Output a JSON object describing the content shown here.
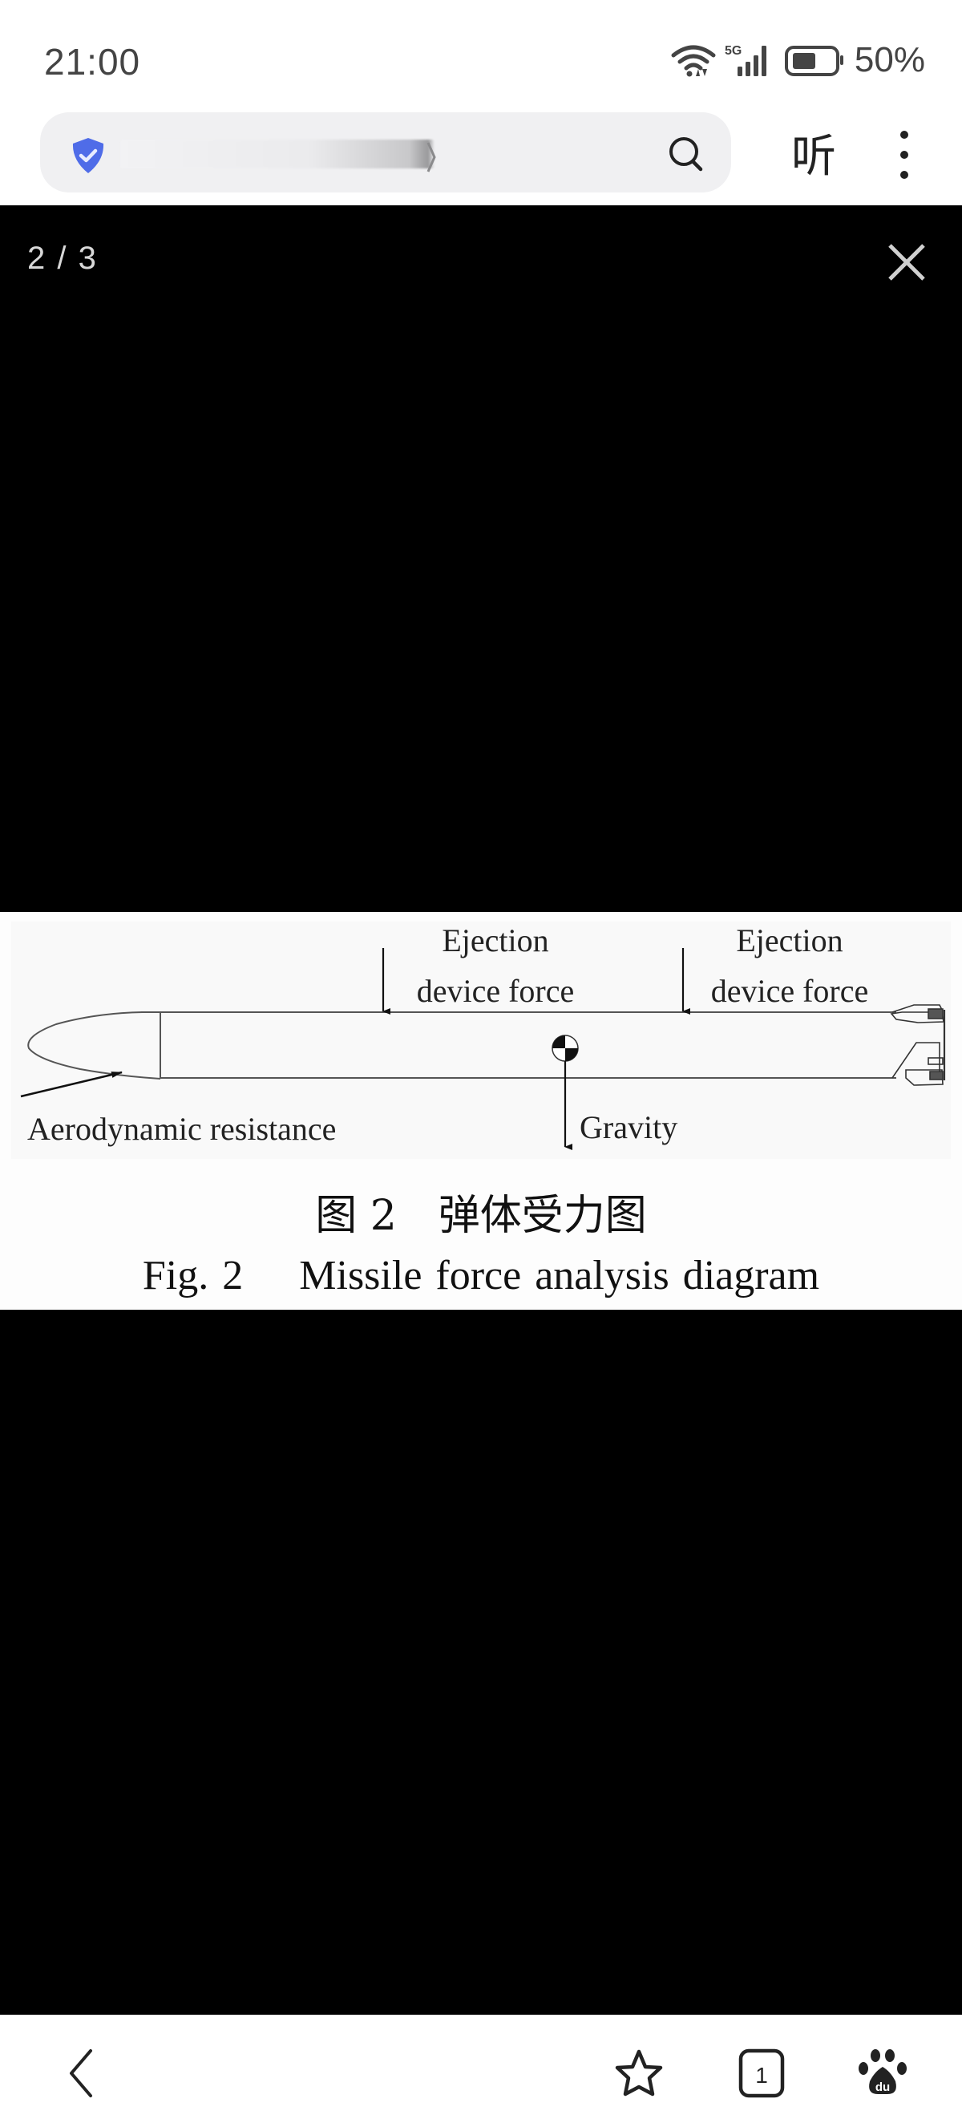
{
  "status_bar": {
    "time": "21:00",
    "network": "5G",
    "battery_percent": "50%",
    "icons": [
      "wifi-icon",
      "signal-5g-icon",
      "battery-icon"
    ]
  },
  "browser": {
    "url_bar": {
      "security_icon": "shield-check-icon",
      "url_text": "",
      "search_icon": "search-icon"
    },
    "listen_label": "听",
    "more_icon": "more-vertical-icon"
  },
  "viewer": {
    "counter": "2 / 3",
    "close_icon": "close-icon",
    "figure": {
      "labels": {
        "ejection_1_line1": "Ejection",
        "ejection_1_line2": "device force",
        "ejection_2_line1": "Ejection",
        "ejection_2_line2": "device force",
        "aero": "Aerodynamic resistance",
        "gravity": "Gravity"
      },
      "caption_cn": "图 2　弹体受力图",
      "caption_en_num": "Fig. 2",
      "caption_en_title": "Missile force analysis diagram"
    }
  },
  "bottom_nav": {
    "back_icon": "back-chevron-icon",
    "bookmark_icon": "star-icon",
    "tabs_count": "1",
    "baidu_icon": "baidu-paw-icon",
    "baidu_text": "du"
  }
}
